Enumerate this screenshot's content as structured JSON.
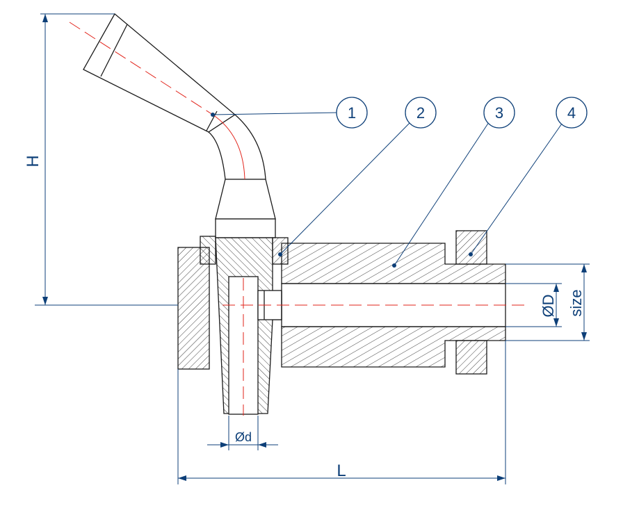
{
  "drawing": {
    "callouts": [
      "1",
      "2",
      "3",
      "4"
    ],
    "dimensions": {
      "height": "H",
      "length": "L",
      "outer_diameter": "ØD",
      "inner_diameter": "Ød",
      "size": "size"
    },
    "colors": {
      "outline": "#1a1a1a",
      "dimension": "#0d3f78",
      "centerline": "#e2231a",
      "background": "#ffffff"
    }
  }
}
